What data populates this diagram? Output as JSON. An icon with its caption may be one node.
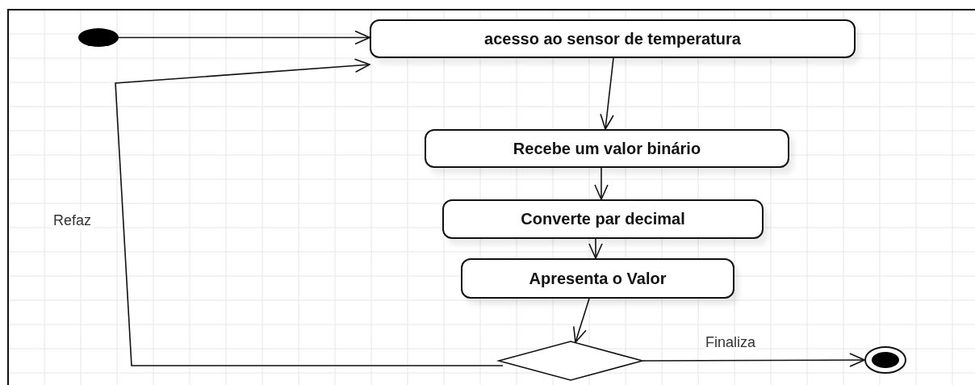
{
  "diagram": {
    "nodes": [
      {
        "text": [],
        "shape": "circle"
      },
      {
        "text": [
          "acesso ao sensor de temperatura"
        ]
      },
      {
        "text": [
          "Recebe um valor binário"
        ]
      },
      {
        "text": [
          "Converte par decimal"
        ]
      },
      {
        "text": [
          "Apresenta o Valor"
        ]
      },
      {
        "text": [],
        "shape": "diamond"
      },
      {
        "text": [],
        "shape": "circle"
      }
    ],
    "edges": [
      {
        "from": 0,
        "to": 1,
        "arrow": "to"
      },
      {
        "from": 1,
        "to": 2,
        "arrow": "to"
      },
      {
        "from": 2,
        "to": 3,
        "arrow": "to"
      },
      {
        "from": 3,
        "to": 4,
        "arrow": "to"
      },
      {
        "from": 4,
        "to": 5,
        "arrow": "to"
      },
      {
        "from": 5,
        "to": 6,
        "label": "Finaliza",
        "arrow": "to"
      },
      {
        "from": 5,
        "to": 1,
        "label": "Refaz",
        "arrow": "to"
      }
    ]
  }
}
